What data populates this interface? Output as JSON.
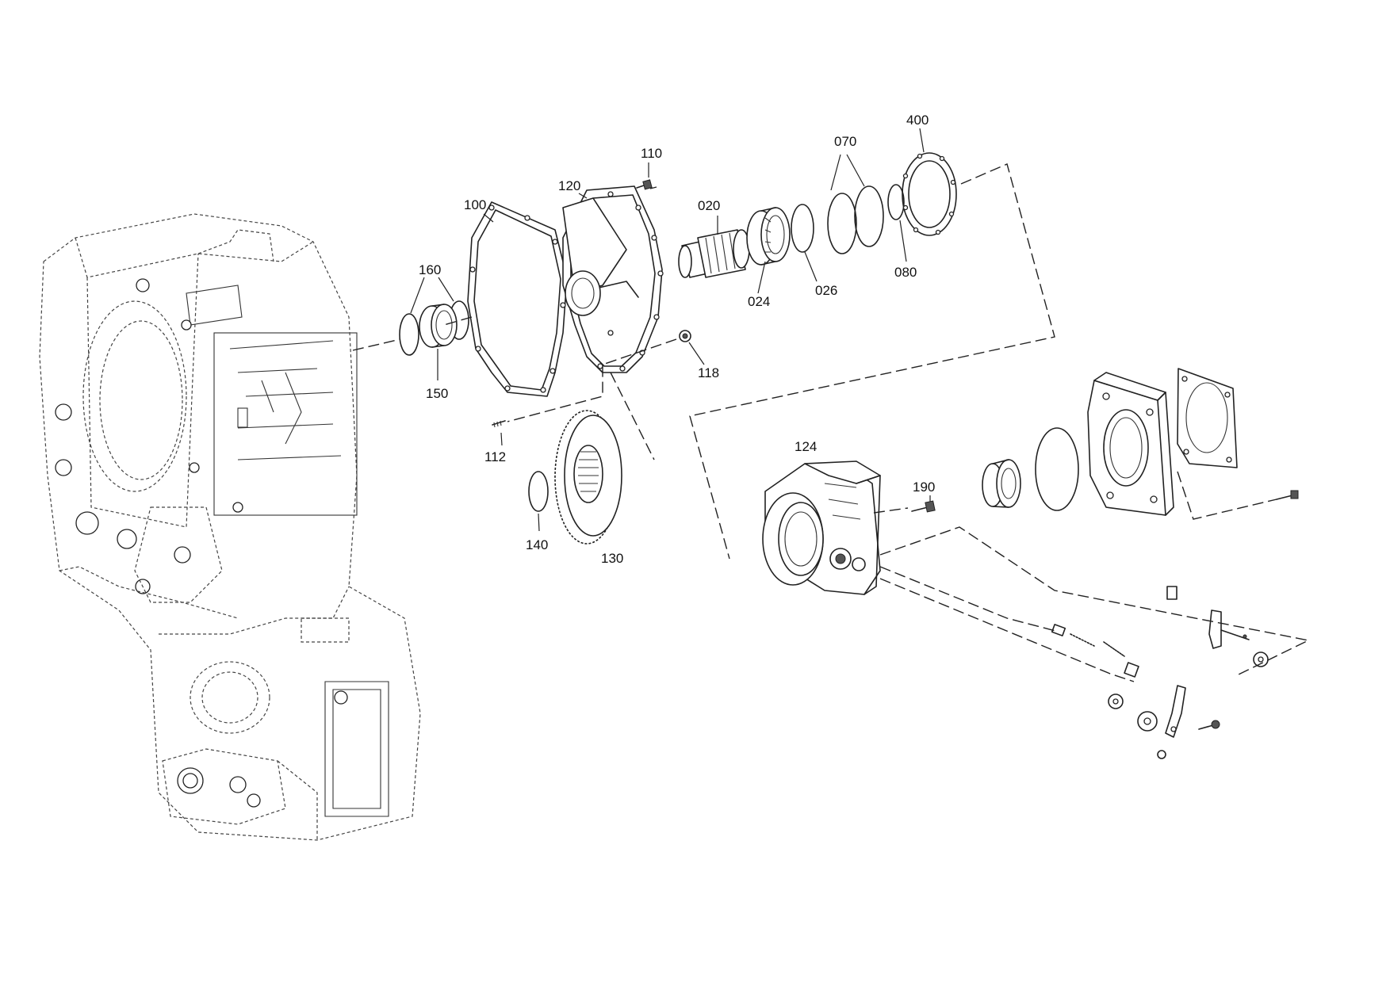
{
  "callouts": [
    {
      "id": "c110",
      "text": "110"
    },
    {
      "id": "c120",
      "text": "120"
    },
    {
      "id": "c100",
      "text": "100"
    },
    {
      "id": "c160",
      "text": "160"
    },
    {
      "id": "c150",
      "text": "150"
    },
    {
      "id": "c020",
      "text": "020"
    },
    {
      "id": "c024",
      "text": "024"
    },
    {
      "id": "c026",
      "text": "026"
    },
    {
      "id": "c070",
      "text": "070"
    },
    {
      "id": "c080",
      "text": "080"
    },
    {
      "id": "c400",
      "text": "400"
    },
    {
      "id": "c118",
      "text": "118"
    },
    {
      "id": "c112",
      "text": "112"
    },
    {
      "id": "c140",
      "text": "140"
    },
    {
      "id": "c130",
      "text": "130"
    },
    {
      "id": "c124",
      "text": "124"
    },
    {
      "id": "c190",
      "text": "190"
    }
  ]
}
